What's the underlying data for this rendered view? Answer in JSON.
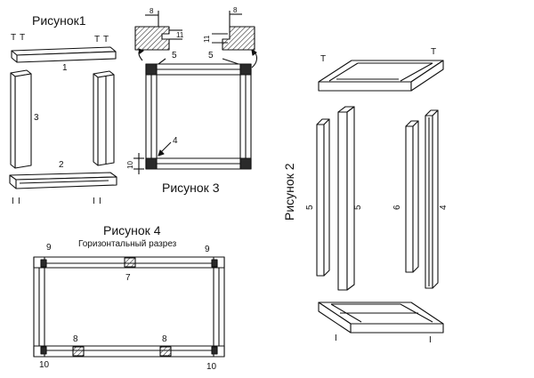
{
  "colors": {
    "ink": "#111111",
    "paper": "#ffffff",
    "hatch": "#333333",
    "block": "#2a2a2a"
  },
  "fig1": {
    "title": "Рисунок1",
    "labels": {
      "top_bar": "1",
      "left_post": "3",
      "bottom_bar": "2"
    },
    "marks": {
      "t1": "T",
      "t2": "T",
      "t3": "T",
      "t4": "T",
      "b1": "Ι",
      "b2": "Ι",
      "b3": "Ι",
      "b4": "Ι"
    }
  },
  "fig2": {
    "title": "Рисунок 2",
    "labels": {
      "l5": "5",
      "r5": "5",
      "l6": "6",
      "r4": "4"
    },
    "marks": {
      "top_left": "T",
      "top_right": "T",
      "bot_left": "Ι",
      "bot_right": "Ι"
    }
  },
  "fig3": {
    "title": "Рисунок 3",
    "labels": {
      "left5": "5",
      "right5": "5",
      "corner4": "4"
    },
    "dims": {
      "d8a": "8",
      "d11a": "11",
      "d8b": "8",
      "d11b": "11",
      "d10": "10"
    }
  },
  "fig4": {
    "title": "Рисунок 4",
    "subtitle": "Горизонтальный разрез",
    "labels": {
      "tl9": "9",
      "tr9": "9",
      "mid7": "7",
      "b8l": "8",
      "b8r": "8",
      "bl10": "10",
      "br10": "10"
    }
  }
}
